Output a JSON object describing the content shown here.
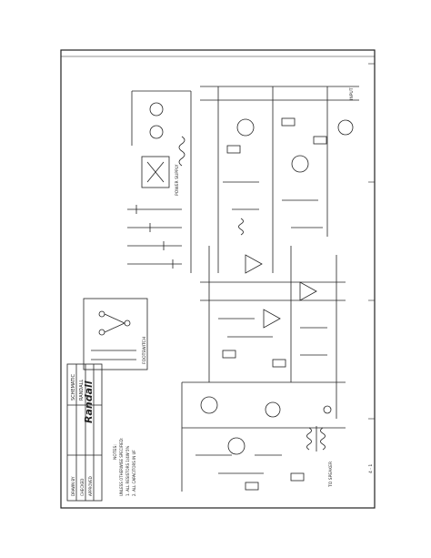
{
  "document": {
    "brand": "Randall",
    "title_block": {
      "rows": [
        "SCHEMATIC",
        "RANDALL",
        "DRAWN BY",
        "CHECKED",
        "APPROVED"
      ]
    },
    "edge_number": "4 - 1",
    "notes_heading": "NOTES:",
    "notes": [
      "UNLESS OTHERWISE SPECIFIED:",
      "1. ALL RESISTORS 1/4W 5%",
      "2. ALL CAPACITORS IN UF"
    ],
    "footswitch_label": "FOOTSWITCH",
    "power_section_label": "POWER SUPPLY",
    "output_label": "TO SPEAKER",
    "input_label": "INPUT"
  }
}
